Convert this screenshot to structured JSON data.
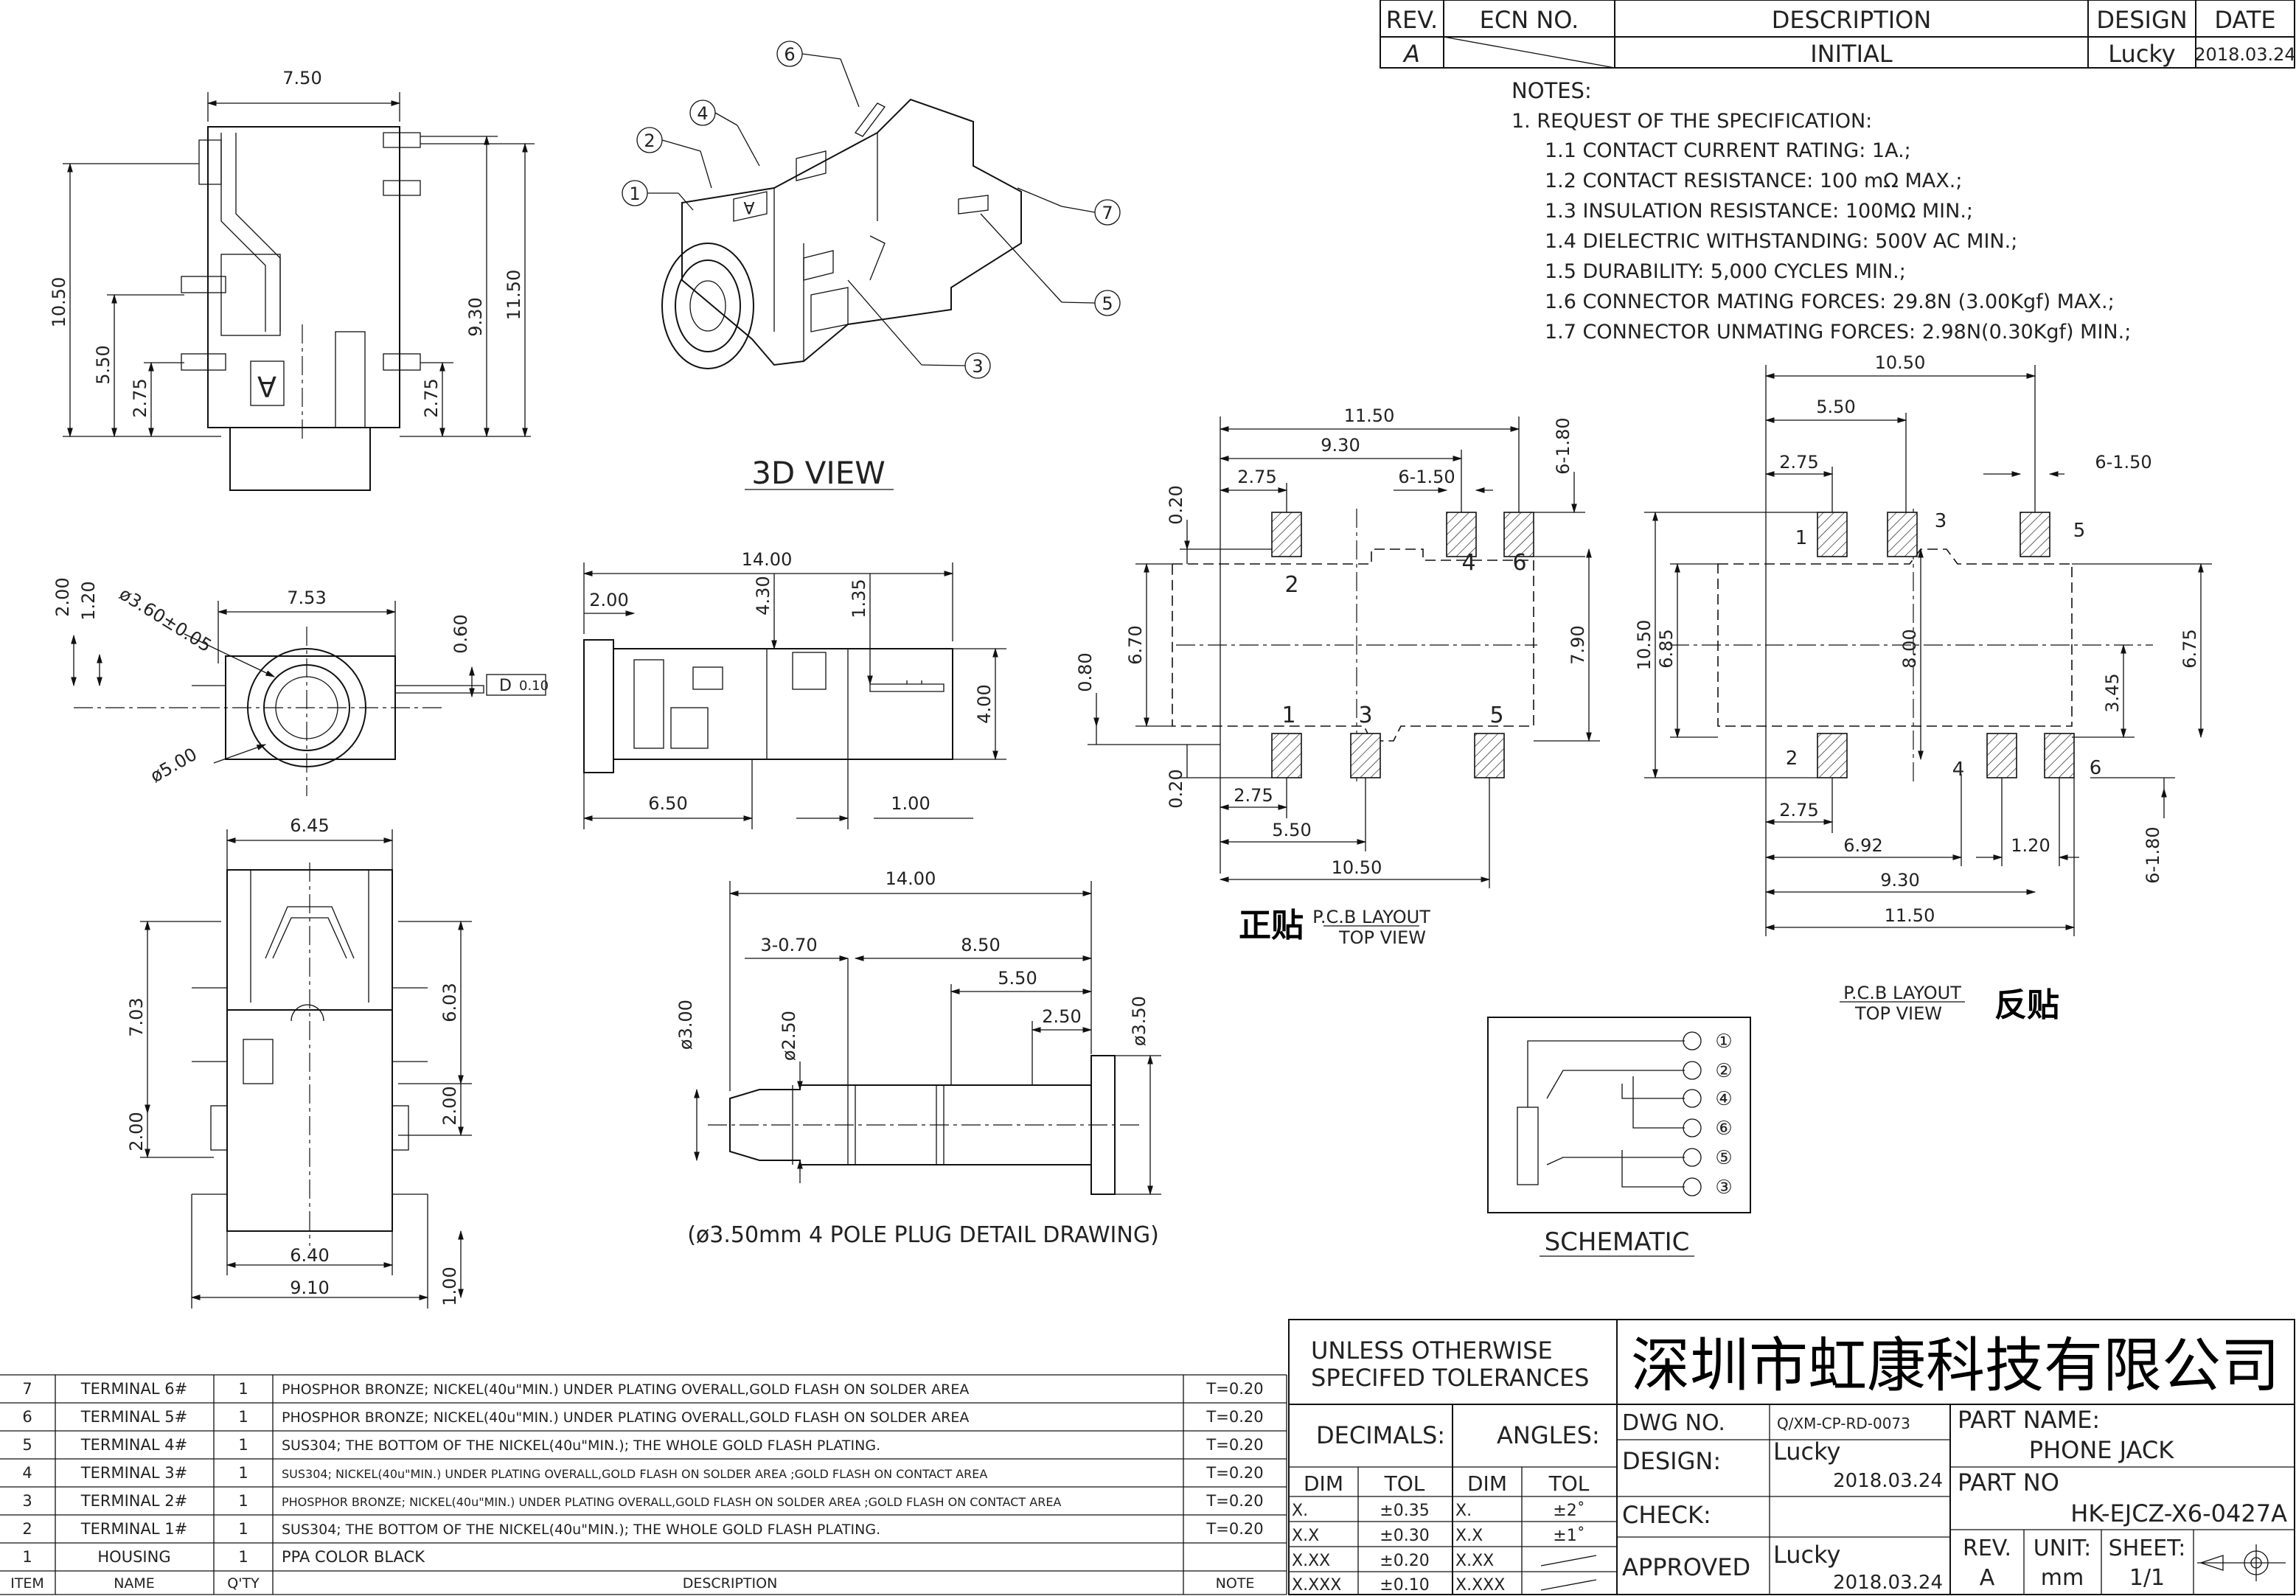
{
  "revision_table": {
    "headers": [
      "REV.",
      "ECN NO.",
      "DESCRIPTION",
      "DESIGN",
      "DATE"
    ],
    "row": {
      "rev": "A",
      "ecn": "",
      "description": "INITIAL",
      "design": "Lucky",
      "date": "2018.03.24"
    }
  },
  "notes": {
    "title": "NOTES:",
    "item1": "1. REQUEST OF THE SPECIFICATION:",
    "items": [
      "1.1 CONTACT CURRENT RATING: 1A.;",
      "1.2 CONTACT RESISTANCE: 100 mΩ MAX.;",
      "1.3 INSULATION RESISTANCE: 100MΩ MIN.;",
      "1.4 DIELECTRIC WITHSTANDING: 500V AC MIN.;",
      "1.5 DURABILITY: 5,000 CYCLES MIN.;",
      "1.6 CONNECTOR MATING FORCES: 29.8N (3.00Kgf) MAX.;",
      "1.7 CONNECTOR UNMATING FORCES: 2.98N(0.30Kgf) MIN.;"
    ]
  },
  "views": {
    "view_3d": "3D VIEW",
    "plug_caption": "(ø3.50mm 4 POLE PLUG DETAIL DRAWING)",
    "schematic": "SCHEMATIC",
    "pcb_top_cn": "正贴",
    "pcb_top": "P.C.B LAYOUT",
    "pcb_top_sub": "TOP VIEW",
    "pcb_rev_cn": "反贴",
    "pcb_rev": "P.C.B LAYOUT",
    "pcb_rev_sub": "TOP VIEW"
  },
  "callouts": [
    "①",
    "②",
    "③",
    "④",
    "⑤",
    "⑥",
    "⑦"
  ],
  "dims": {
    "v1_w": "7.50",
    "v1_h1": "10.50",
    "v1_h2": "5.50",
    "v1_h3": "2.75",
    "v1_h4": "9.30",
    "v1_h5": "11.50",
    "v1_h6": "2.75",
    "v2_w": "7.53",
    "v2_a": "2.00",
    "v2_b": "1.20",
    "v2_c": "ø3.60±0.05",
    "v2_d": "ø5.00",
    "v2_e": "0.60",
    "v2_flat": "0.10",
    "v3_w": "14.00",
    "v3_a": "2.00",
    "v3_b": "4.30",
    "v3_c": "1.35",
    "v3_d": "4.00",
    "v3_e": "6.50",
    "v3_f": "1.00",
    "v4_w": "6.45",
    "v4_h1": "7.03",
    "v4_h2": "6.03",
    "v4_h3": "2.00",
    "v4_h4": "2.00",
    "v4_w2": "6.40",
    "v4_w3": "9.10",
    "v4_h5": "1.00",
    "plug_w": "14.00",
    "plug_a": "3-0.70",
    "plug_b": "8.50",
    "plug_c": "5.50",
    "plug_d": "2.50",
    "plug_e": "ø3.00",
    "plug_f": "ø2.50",
    "plug_g": "ø3.50",
    "pcb1_w1": "11.50",
    "pcb1_w2": "9.30",
    "pcb1_w3": "2.75",
    "pcb1_w4": "6-1.50",
    "pcb1_w5": "6-1.80",
    "pcb1_h1": "0.20",
    "pcb1_h2": "6.70",
    "pcb1_h3": "0.80",
    "pcb1_h4": "0.20",
    "pcb1_h5": "7.90",
    "pcb1_b1": "2.75",
    "pcb1_b2": "5.50",
    "pcb1_b3": "10.50",
    "pcb2_w1": "10.50",
    "pcb2_w2": "5.50",
    "pcb2_w3": "2.75",
    "pcb2_w4": "6-1.50",
    "pcb2_h1": "10.50",
    "pcb2_h2": "6.85",
    "pcb2_h3": "8.00",
    "pcb2_h4": "3.45",
    "pcb2_h5": "6.75",
    "pcb2_b1": "2.75",
    "pcb2_b2": "6.92",
    "pcb2_b3": "1.20",
    "pcb2_b4": "9.30",
    "pcb2_b5": "11.50",
    "pcb2_b6": "6-1.80"
  },
  "pins_top": [
    "1",
    "2",
    "3",
    "4",
    "5",
    "6"
  ],
  "pins_rev": [
    "1",
    "2",
    "3",
    "4",
    "5",
    "6"
  ],
  "schematic_pins": [
    "①",
    "②",
    "④",
    "⑥",
    "⑤",
    "③"
  ],
  "bom": {
    "rows": [
      {
        "item": "7",
        "name": "TERMINAL 6#",
        "qty": "1",
        "desc": "PHOSPHOR BRONZE; NICKEL(40u\"MIN.) UNDER PLATING OVERALL,GOLD FLASH ON SOLDER AREA",
        "note": "T=0.20"
      },
      {
        "item": "6",
        "name": "TERMINAL 5#",
        "qty": "1",
        "desc": "PHOSPHOR BRONZE; NICKEL(40u\"MIN.) UNDER PLATING OVERALL,GOLD FLASH ON SOLDER AREA",
        "note": "T=0.20"
      },
      {
        "item": "5",
        "name": "TERMINAL 4#",
        "qty": "1",
        "desc": "SUS304; THE BOTTOM OF THE NICKEL(40u\"MIN.); THE WHOLE GOLD FLASH PLATING.",
        "note": "T=0.20"
      },
      {
        "item": "4",
        "name": "TERMINAL 3#",
        "qty": "1",
        "desc": "SUS304; NICKEL(40u\"MIN.) UNDER PLATING OVERALL,GOLD FLASH ON SOLDER AREA ;GOLD FLASH ON CONTACT AREA",
        "note": "T=0.20"
      },
      {
        "item": "3",
        "name": "TERMINAL 2#",
        "qty": "1",
        "desc": "PHOSPHOR BRONZE; NICKEL(40u\"MIN.) UNDER PLATING OVERALL,GOLD FLASH ON SOLDER AREA ;GOLD FLASH ON CONTACT AREA",
        "note": "T=0.20"
      },
      {
        "item": "2",
        "name": "TERMINAL 1#",
        "qty": "1",
        "desc": "SUS304; THE BOTTOM OF THE NICKEL(40u\"MIN.); THE WHOLE GOLD FLASH PLATING.",
        "note": "T=0.20"
      },
      {
        "item": "1",
        "name": "HOUSING",
        "qty": "1",
        "desc": "PPA  COLOR BLACK",
        "note": ""
      }
    ],
    "headers": {
      "item": "ITEM",
      "name": "NAME",
      "qty": "Q'TY",
      "desc": "DESCRIPTION",
      "note": "NOTE"
    }
  },
  "title_block": {
    "tol_title1": "UNLESS OTHERWISE",
    "tol_title2": "SPECIFED TOLERANCES",
    "decimals": "DECIMALS:",
    "angles": "ANGLES:",
    "dim": "DIM",
    "tol": "TOL",
    "dec_rows": [
      [
        "X.",
        "±0.35"
      ],
      [
        "X.X",
        "±0.30"
      ],
      [
        "X.XX",
        "±0.20"
      ],
      [
        "X.XXX",
        "±0.10"
      ]
    ],
    "ang_rows": [
      [
        "X.",
        "±2˚"
      ],
      [
        "X.X",
        "±1˚"
      ],
      [
        "X.XX",
        ""
      ],
      [
        "X.XXX",
        ""
      ]
    ],
    "company": "深圳市虹康科技有限公司",
    "dwg_no_label": "DWG NO.",
    "dwg_no": "Q/XM-CP-RD-0073",
    "design_label": "DESIGN:",
    "design_name": "Lucky",
    "design_date": "2018.03.24",
    "check_label": "CHECK:",
    "approved_label": "APPROVED",
    "approved_name": "Lucky",
    "approved_date": "2018.03.24",
    "part_name_label": "PART NAME:",
    "part_name": "PHONE JACK",
    "part_no_label": "PART NO",
    "part_no": "HK-EJCZ-X6-0427A",
    "rev_label": "REV.",
    "rev": "A",
    "unit_label": "UNIT:",
    "unit": "mm",
    "sheet_label": "SHEET:",
    "sheet": "1/1"
  }
}
